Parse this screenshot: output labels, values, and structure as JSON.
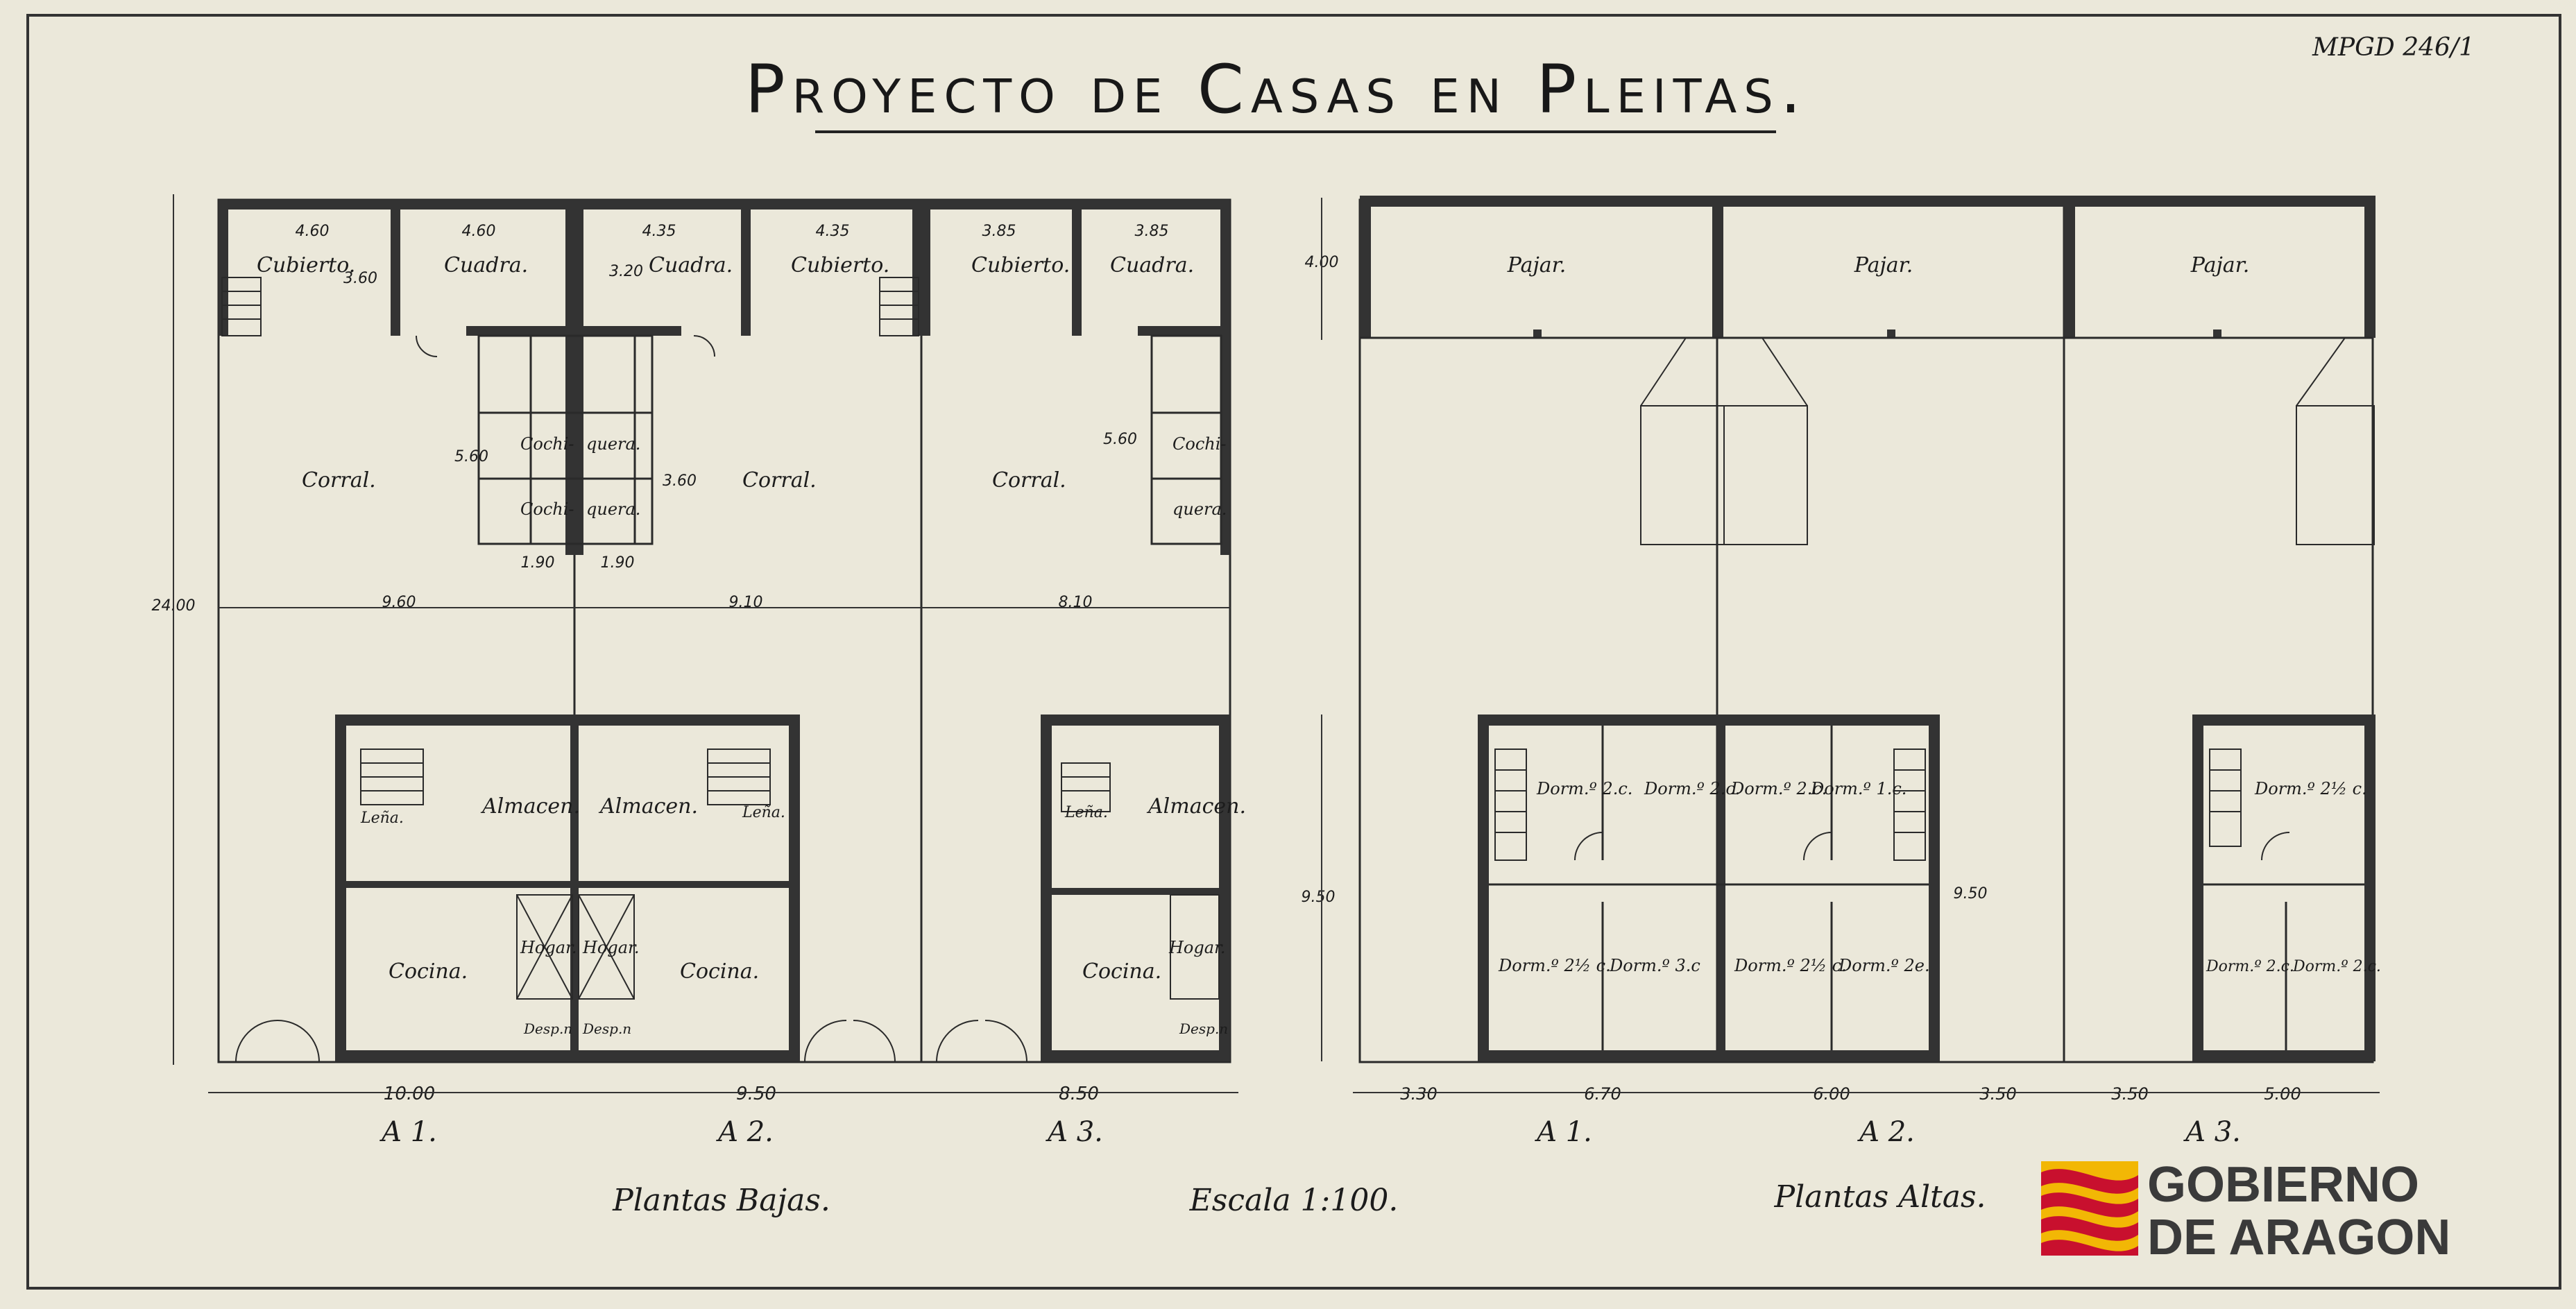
{
  "title": "Proyecto de Casas en Pleitas.",
  "archive_ref": "MPGD 246/1",
  "plantas_bajas": {
    "caption": "Plantas Bajas.",
    "rooms": {
      "cubierto": "Cubierto.",
      "cuadra": "Cuadra.",
      "corral": "Corral.",
      "cochi": "Cochi-",
      "quera": "quera.",
      "almacen": "Almacen.",
      "lena": "Leña.",
      "cocina": "Cocina.",
      "hogar": "Hogar.",
      "despensa": "Desp.n"
    },
    "dims": {
      "top_a1": [
        "4.60",
        "4.60"
      ],
      "top_a2": [
        "4.35",
        "4.35"
      ],
      "top_a3": [
        "3.85",
        "3.85"
      ],
      "depth_360": "3.60",
      "depth_320": "3.20",
      "depth_560": "5.60",
      "width_190": "1.90",
      "mid": [
        "9.60",
        "9.10",
        "8.10"
      ],
      "left_total": "24.00",
      "bottom": [
        "10.00",
        "9.50",
        "8.50"
      ]
    },
    "house_labels": [
      "A 1.",
      "A 2.",
      "A 3."
    ]
  },
  "escala": "Escala 1:100.",
  "plantas_altas": {
    "caption": "Plantas Altas.",
    "rooms": {
      "pajar": "Pajar.",
      "d2c": "Dorm.º 2.c.",
      "d1c": "Dorm.º 1.c.",
      "d25c": "Dorm.º 2½ c.",
      "d3c": "Dorm.º 3.c",
      "d2e": "Dorm.º 2e.",
      "d2c_b": "Dorm.º 2.c."
    },
    "dims": {
      "top": "4.00",
      "left": "9.50",
      "right": "9.50",
      "bottom": [
        "3.30",
        "6.70",
        "6.00",
        "3.50",
        "3.50",
        "5.00"
      ]
    },
    "house_labels": [
      "A 1.",
      "A 2.",
      "A 3."
    ]
  },
  "logo": {
    "line1": "GOBIERNO",
    "line2": "DE ARAGON",
    "colors": {
      "red": "#c8102e",
      "gold": "#f2b705"
    }
  }
}
